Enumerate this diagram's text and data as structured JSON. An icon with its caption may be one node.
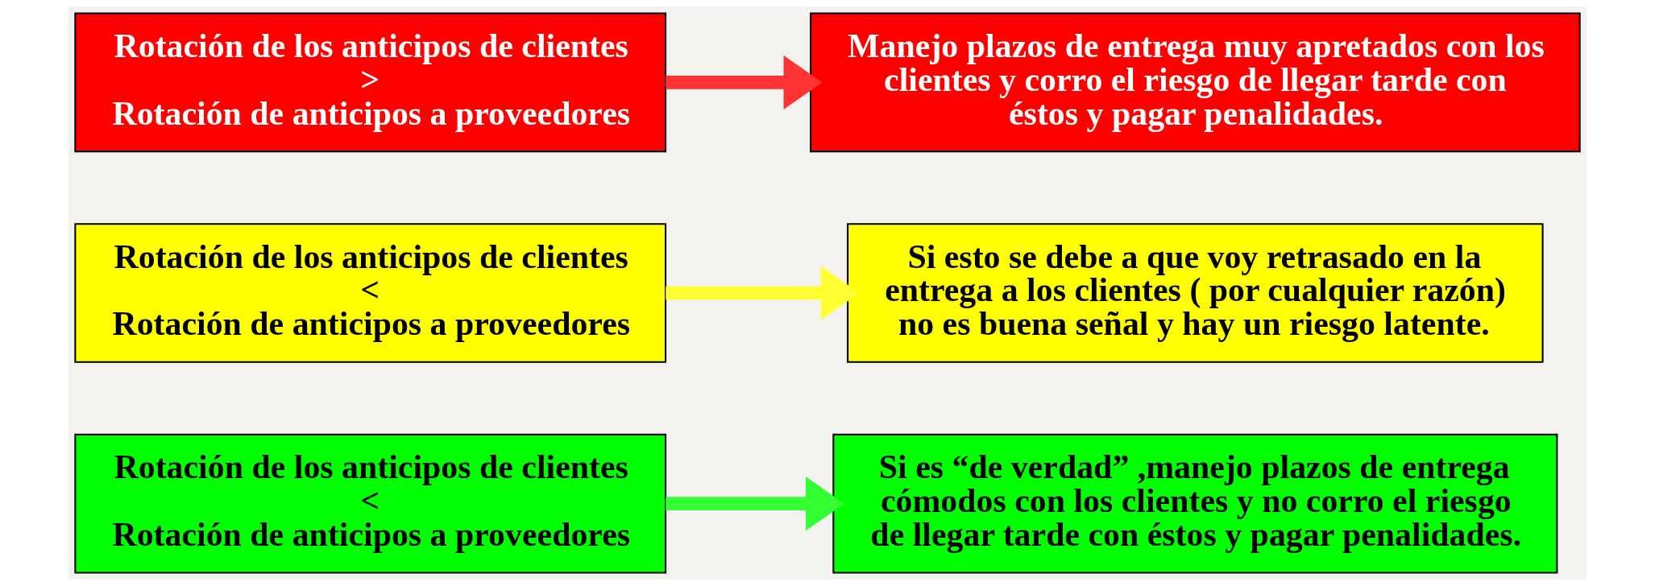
{
  "diagram": {
    "nodes": [
      {
        "text": [
          "Rotación de los anticipos de clientes",
          ">",
          "Rotación de anticipos a proveedores"
        ]
      },
      {
        "text": [
          "Manejo plazos de entrega muy apretados con los clientes y corro el riesgo de llegar tarde con éstos y pagar penalidades."
        ]
      },
      {
        "text": [
          "Rotación de los anticipos de clientes",
          "<",
          "Rotación de anticipos a proveedores"
        ]
      },
      {
        "text": [
          "Si esto se debe a que voy retrasado en la entrega a los clientes ( por cualquier razón) no es buena señal y hay un riesgo latente."
        ]
      },
      {
        "text": [
          "Rotación de los anticipos de clientes",
          "<",
          "Rotación de anticipos a proveedores"
        ]
      },
      {
        "text": [
          "Si es “de verdad” ,manejo plazos de entrega cómodos con los clientes y no corro el riesgo de llegar tarde con éstos y pagar penalidades."
        ]
      }
    ],
    "edges": [
      {
        "from": 0,
        "to": 1,
        "arrow": "to",
        "color": "#ff3333"
      },
      {
        "from": 2,
        "to": 3,
        "arrow": "to",
        "color": "#ffff33"
      },
      {
        "from": 4,
        "to": 5,
        "arrow": "to",
        "color": "#33ff33"
      }
    ]
  }
}
